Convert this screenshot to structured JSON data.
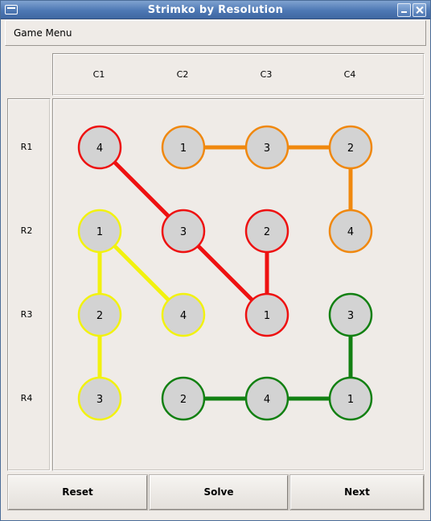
{
  "window": {
    "title": "Strimko by Resolution"
  },
  "menubar": {
    "game_menu": "Game Menu"
  },
  "columns": [
    "C1",
    "C2",
    "C3",
    "C4"
  ],
  "rows": [
    "R1",
    "R2",
    "R3",
    "R4"
  ],
  "colors": {
    "red": "#ee1111",
    "orange": "#f0880e",
    "yellow": "#f2f20e",
    "green": "#128012",
    "cell_fill": "#d3d3d3"
  },
  "board": {
    "cells": [
      [
        "4",
        "1",
        "3",
        "2"
      ],
      [
        "1",
        "3",
        "2",
        "4"
      ],
      [
        "2",
        "4",
        "1",
        "3"
      ],
      [
        "3",
        "2",
        "4",
        "1"
      ]
    ],
    "cell_colors": [
      [
        "red",
        "orange",
        "orange",
        "orange"
      ],
      [
        "yellow",
        "red",
        "red",
        "orange"
      ],
      [
        "yellow",
        "yellow",
        "red",
        "green"
      ],
      [
        "yellow",
        "green",
        "green",
        "green"
      ]
    ],
    "streams": [
      {
        "color": "red",
        "path": [
          [
            0,
            0
          ],
          [
            1,
            1
          ],
          [
            2,
            2
          ],
          [
            1,
            2
          ]
        ]
      },
      {
        "color": "orange",
        "path": [
          [
            0,
            1
          ],
          [
            0,
            2
          ],
          [
            0,
            3
          ],
          [
            1,
            3
          ]
        ]
      },
      {
        "color": "yellow",
        "path": [
          [
            2,
            1
          ],
          [
            1,
            0
          ],
          [
            2,
            0
          ],
          [
            3,
            0
          ]
        ]
      },
      {
        "color": "green",
        "path": [
          [
            3,
            1
          ],
          [
            3,
            2
          ],
          [
            3,
            3
          ],
          [
            2,
            3
          ]
        ]
      }
    ]
  },
  "buttons": {
    "reset": "Reset",
    "solve": "Solve",
    "next": "Next"
  }
}
